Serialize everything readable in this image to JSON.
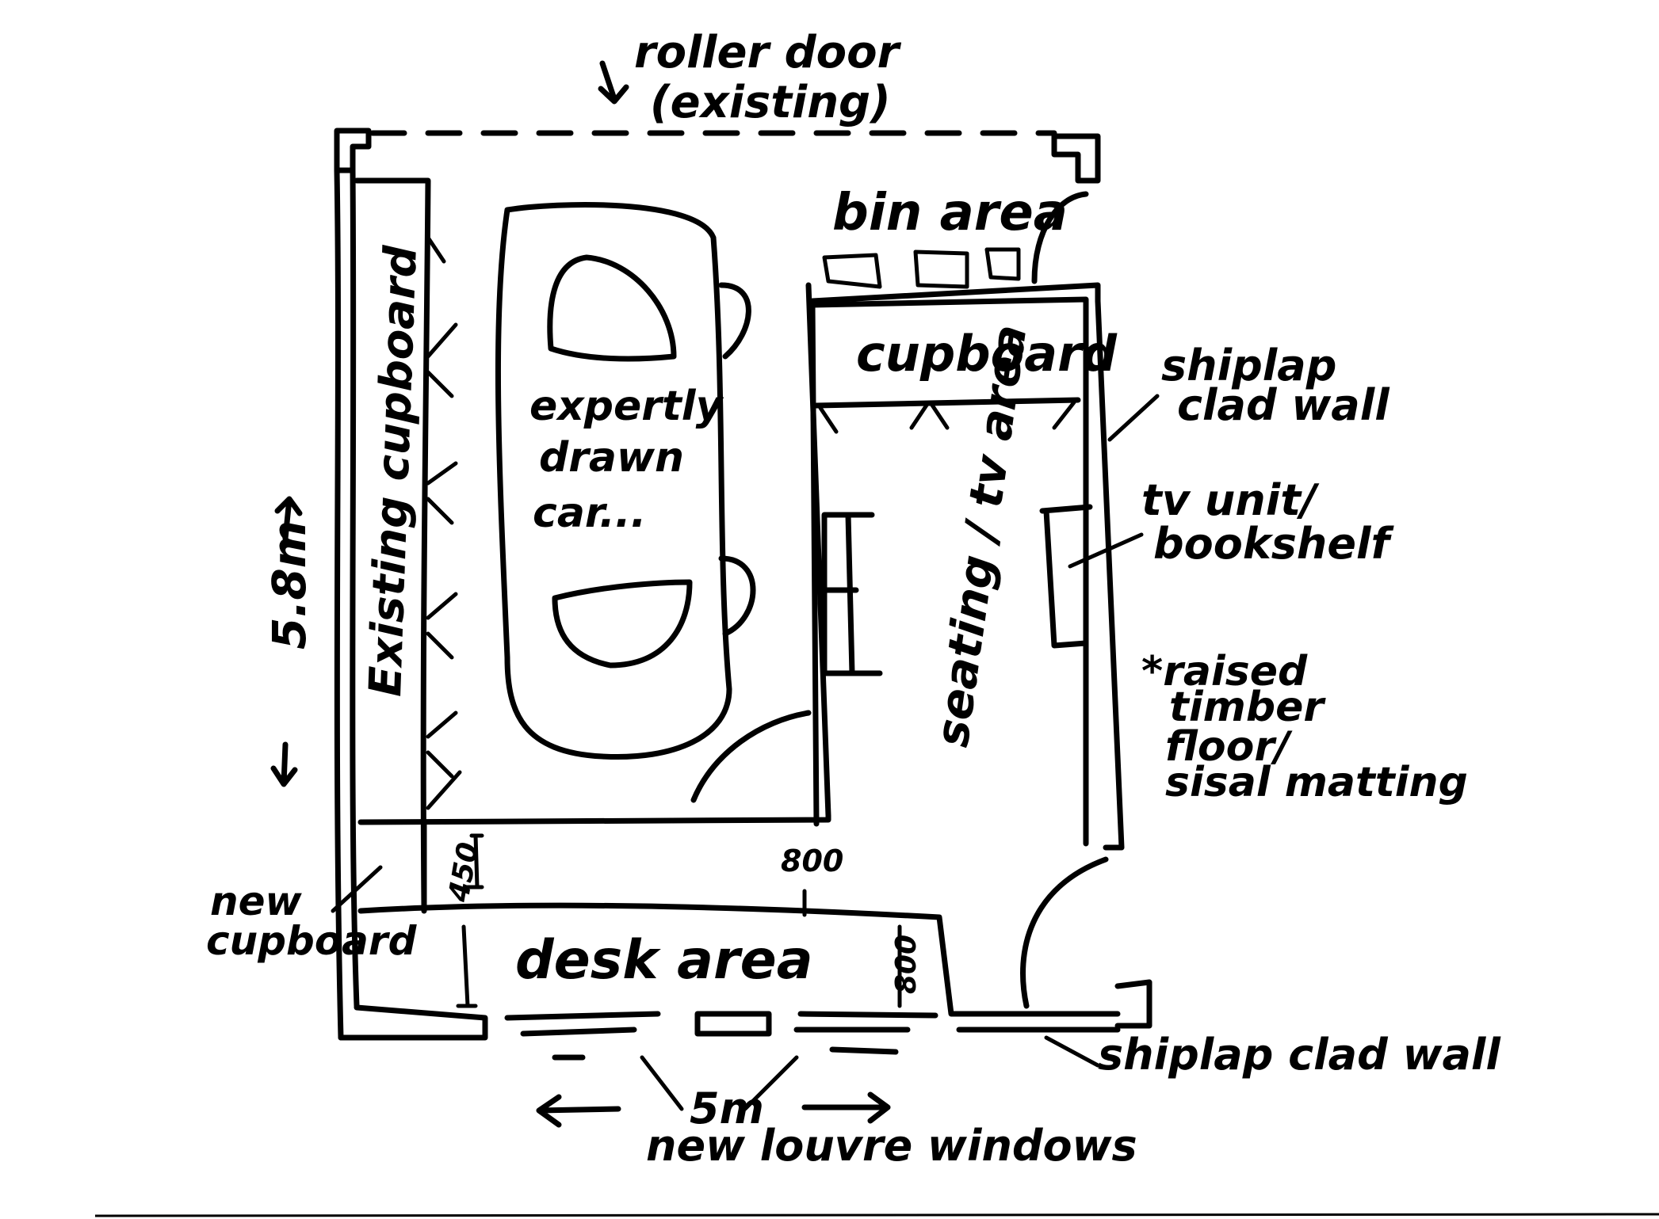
{
  "labels": {
    "roller_door": "roller door",
    "roller_door_existing": "(existing)",
    "bin_area": "bin area",
    "cupboard": "cupboard",
    "existing_cupboard": "Existing cupboard",
    "car_line1": "expertly",
    "car_line2": "drawn",
    "car_line3": "car...",
    "seating_area": "seating / tv area",
    "shiplap_right_line1": "shiplap",
    "shiplap_right_line2": "clad wall",
    "tv_unit_line1": "tv unit/",
    "tv_unit_line2": "bookshelf",
    "raised_floor_line1": "*raised",
    "raised_floor_line2": "timber",
    "raised_floor_line3": "floor/",
    "raised_floor_line4": "sisal matting",
    "new_cupboard_line1": "new",
    "new_cupboard_line2": "cupboard",
    "desk_area": "desk area",
    "shiplap_bottom": "shiplap clad wall",
    "new_louvre_windows": "new louvre windows",
    "dim_length": "5.8m",
    "dim_width": "5m",
    "dim_800_top": "800",
    "dim_800_right": "800",
    "dim_small": "450"
  }
}
